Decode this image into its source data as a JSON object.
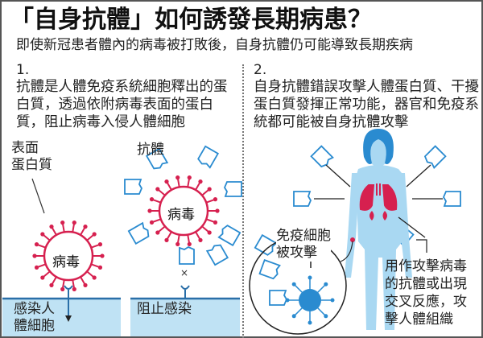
{
  "title": "「自身抗體」如何誘發長期病患？",
  "subtitle": "即使新冠患者體內的病毒被打敗後，自身抗體仍可能導致長期疾病",
  "panel1": {
    "number": "1.",
    "text": "抗體是人體免疫系統細胞釋出的蛋白質，透過依附病毒表面的蛋白質，阻止病毒入侵人體細胞",
    "surface_protein_label": [
      "表面",
      "蛋白質"
    ],
    "virus_label": "病毒",
    "antibody_label": "抗體",
    "virus2_label": "病毒",
    "infect_label": [
      "感染人",
      "體細胞"
    ],
    "block_label": "阻止感染"
  },
  "panel2": {
    "number": "2.",
    "text": "自身抗體錯誤攻擊人體蛋白質、干擾蛋白質發揮正常功能，器官和免疫系統都可能被自身抗體攻擊",
    "immune_label": [
      "免疫細胞",
      "被攻擊"
    ],
    "cross_label": [
      "用作攻擊病毒",
      "的抗體或出現",
      "交叉反應，攻",
      "擊人體組織"
    ]
  },
  "colors": {
    "virus": "#d6204f",
    "antibody": "#2a8bd0",
    "body": "#a9d8f2",
    "hair": "#2a8bd0",
    "cell": "#2a8bd0"
  }
}
